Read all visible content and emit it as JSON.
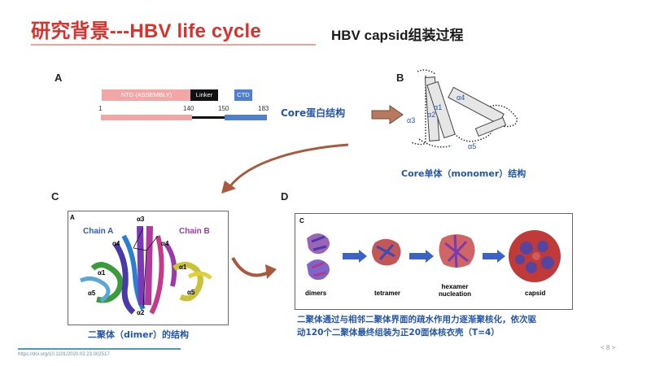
{
  "header": {
    "title": "研究背景---HBV  life cycle",
    "subtitle": "HBV capsid组装过程"
  },
  "panel_a": {
    "letter": "A",
    "segments": [
      {
        "label": "NTD (ASSEMBLY)",
        "color": "#f2a6a6"
      },
      {
        "label": "Linker",
        "color": "#111111"
      },
      {
        "label": "CTD",
        "color": "#4f7fcf"
      }
    ],
    "positions": [
      "1",
      "140",
      "150",
      "183"
    ],
    "caption": "Core蛋白结构"
  },
  "panel_b": {
    "letter": "B",
    "helix_labels": [
      "α4",
      "α1",
      "α2",
      "α3",
      "α5"
    ],
    "caption": "Core单体（monomer）结构"
  },
  "panel_c": {
    "letter": "C",
    "inset_letter": "A",
    "chain_a": "Chain A",
    "chain_b": "Chain B",
    "helix_labels": [
      "α3",
      "α4",
      "α4",
      "α1",
      "α1",
      "α5",
      "α5",
      "α2"
    ],
    "caption": "二聚体（dimer）的结构"
  },
  "panel_d": {
    "letter": "D",
    "inset_letter": "C",
    "stages": [
      "dimers",
      "tetramer",
      "hexamer\nnucleation",
      "capsid"
    ],
    "caption_line1": "二聚体通过与相邻二聚体界面的疏水作用力逐渐聚核化，依次驱",
    "caption_line2": "动120个二聚体最终组装为正20面体核衣壳（T=4）"
  },
  "footer": {
    "doi": "https://doi.org/10.1101/2020.03.23.002517",
    "page": "< 8 >"
  },
  "colors": {
    "title_red": "#d7322d",
    "caption_blue": "#2456a8",
    "arrow_brown": "#a85a3e"
  }
}
